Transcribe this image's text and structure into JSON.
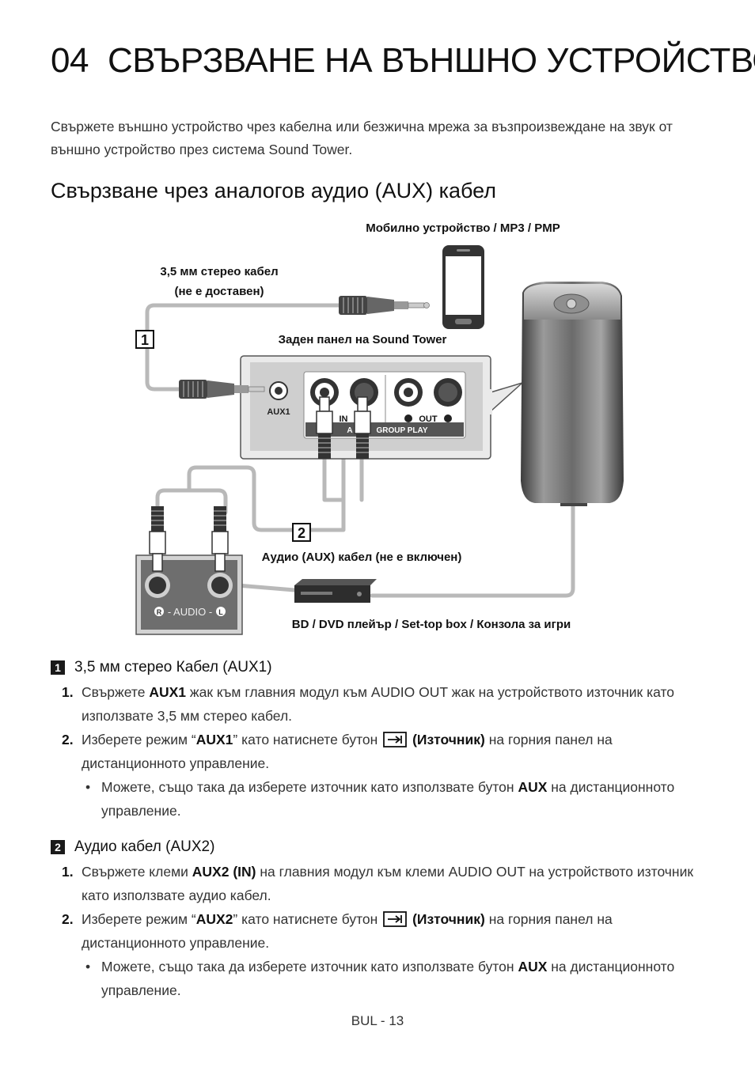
{
  "header": {
    "chapter_number": "04",
    "chapter_title": "СВЪРЗВАНЕ НА ВЪНШНО УСТРОЙСТВО",
    "intro": "Свържете външно устройство чрез кабелна или безжична мрежа за възпроизвеждане на звук от външно устройство през система Sound Tower."
  },
  "section": {
    "title": "Свързване чрез аналогов аудио (AUX) кабел"
  },
  "diagram": {
    "mobile_label": "Мобилно устройство / MP3 / PMP",
    "cable_35_label_line1": "3,5 мм стерео кабел",
    "cable_35_label_line2": "(не е доставен)",
    "rear_panel_label": "Заден панел на Sound Tower",
    "aux1_port": "AUX1",
    "in_label": "IN",
    "out_label": "OUT",
    "aux_label": "A",
    "group_play_label": "GROUP PLAY",
    "r_label": "R",
    "l_label": "L",
    "badge_1": "1",
    "badge_2": "2",
    "audio_cable_label": "Аудио (AUX) кабел (не е включен)",
    "player_label": "BD / DVD плейър / Set-top box / Конзола за игри",
    "audio_out_text": "- AUDIO -"
  },
  "aux1": {
    "badge": "1",
    "title": "3,5 мм стерео Кабел (AUX1)",
    "step1_num": "1.",
    "step1_pre": "Свържете",
    "step1_bold": "AUX1",
    "step1_post": "жак към главния модул към AUDIO OUT жак на устройството източник като използвате 3,5 мм стерео кабел.",
    "step2_num": "2.",
    "step2_pre": "Изберете режим “",
    "step2_bold": "AUX1",
    "step2_mid": "” като натиснете бутон",
    "step2_button": "(Източник)",
    "step2_post": "на горния панел на дистанционното управление.",
    "bullet_dot": "•",
    "bullet_pre": "Можете, също така да изберете източник като използвате бутон",
    "bullet_bold": "AUX",
    "bullet_post": "на дистанционното управление."
  },
  "aux2": {
    "badge": "2",
    "title": "Аудио кабел (AUX2)",
    "step1_num": "1.",
    "step1_pre": "Свържете клеми",
    "step1_bold": "AUX2 (IN)",
    "step1_post": "на главния модул към клеми AUDIO OUT на устройството източник като използвате аудио кабел.",
    "step2_num": "2.",
    "step2_pre": "Изберете режим “",
    "step2_bold": "AUX2",
    "step2_mid": "” като натиснете бутон",
    "step2_button": "(Източник)",
    "step2_post": "на горния панел на дистанционното управление.",
    "bullet_dot": "•",
    "bullet_pre": "Можете, също така да изберете източник като използвате бутон",
    "bullet_bold": "AUX",
    "bullet_post": "на дистанционното управление."
  },
  "footer": {
    "page": "BUL - 13"
  },
  "icons": [
    "source-icon",
    "smartphone-icon",
    "speaker-tower-icon",
    "dvd-player-icon",
    "jack-plug-icon",
    "rca-plug-icon"
  ],
  "colors": {
    "text": "#1a1a1a",
    "cable": "#b8b8b8",
    "panel": "#cfcfcf",
    "dark_panel": "#6e6e6e"
  }
}
